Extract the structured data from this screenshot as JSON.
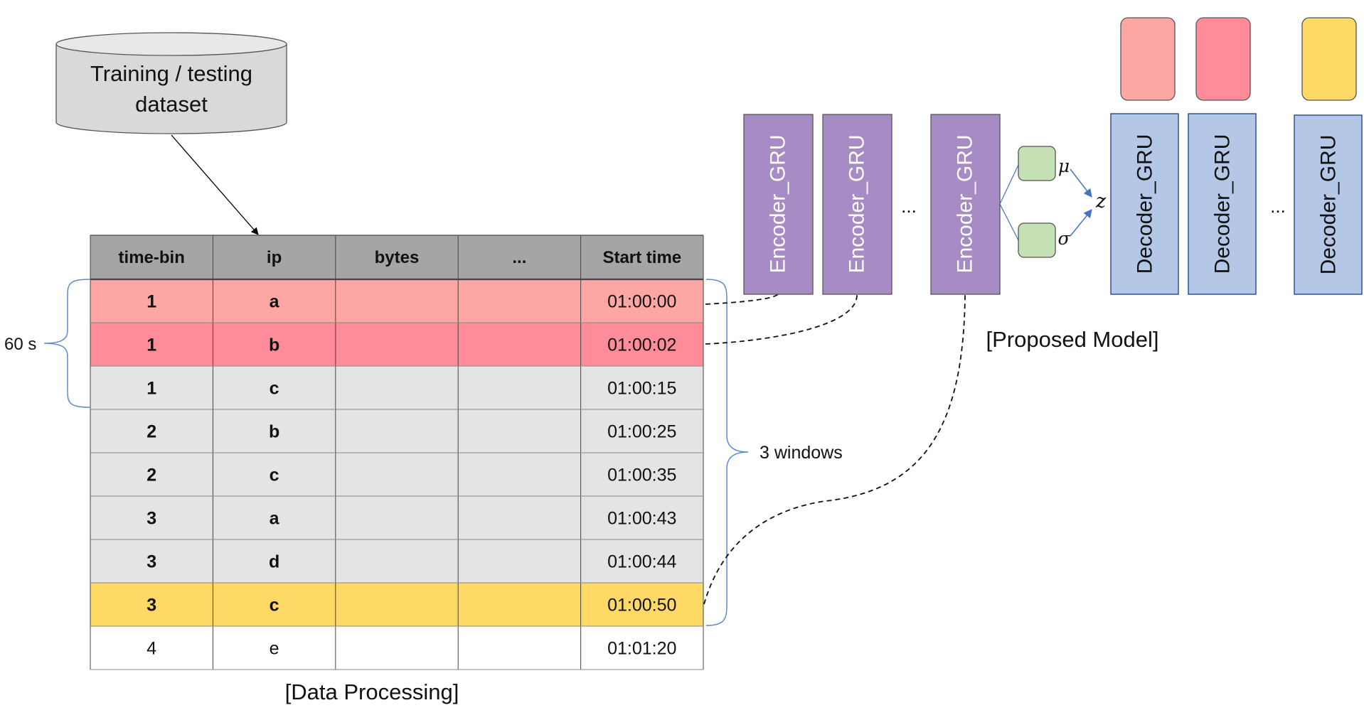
{
  "database": {
    "line1": "Training / testing",
    "line2": "dataset"
  },
  "table": {
    "headers": [
      "time-bin",
      "ip",
      "bytes",
      "...",
      "Start time"
    ],
    "rows": [
      {
        "bin": "1",
        "ip": "a",
        "bytes": "",
        "more": "",
        "start": "01:00:00",
        "fill": "#fca7a3",
        "bold": true
      },
      {
        "bin": "1",
        "ip": "b",
        "bytes": "",
        "more": "",
        "start": "01:00:02",
        "fill": "#ff8c98",
        "bold": true
      },
      {
        "bin": "1",
        "ip": "c",
        "bytes": "",
        "more": "",
        "start": "01:00:15",
        "fill": "#e4e4e4",
        "bold": true
      },
      {
        "bin": "2",
        "ip": "b",
        "bytes": "",
        "more": "",
        "start": "01:00:25",
        "fill": "#e4e4e4",
        "bold": true
      },
      {
        "bin": "2",
        "ip": "c",
        "bytes": "",
        "more": "",
        "start": "01:00:35",
        "fill": "#e4e4e4",
        "bold": true
      },
      {
        "bin": "3",
        "ip": "a",
        "bytes": "",
        "more": "",
        "start": "01:00:43",
        "fill": "#e4e4e4",
        "bold": true
      },
      {
        "bin": "3",
        "ip": "d",
        "bytes": "",
        "more": "",
        "start": "01:00:44",
        "fill": "#e4e4e4",
        "bold": true
      },
      {
        "bin": "3",
        "ip": "c",
        "bytes": "",
        "more": "",
        "start": "01:00:50",
        "fill": "#fed966",
        "bold": true
      },
      {
        "bin": "4",
        "ip": "e",
        "bytes": "",
        "more": "",
        "start": "01:01:20",
        "fill": "#ffffff",
        "bold": false
      }
    ]
  },
  "brace_labels": {
    "bin_span": "60 s",
    "window_count": "3 windows"
  },
  "captions": {
    "data_processing": "[Data Processing]",
    "model": "[Proposed Model]"
  },
  "encoders": [
    "Encoder_GRU",
    "Encoder_GRU",
    "Encoder_GRU"
  ],
  "decoders": [
    "Decoder_GRU",
    "Decoder_GRU",
    "Decoder_GRU"
  ],
  "ellipsis": "...",
  "latent": {
    "mu": "μ",
    "sigma": "σ",
    "z": "z"
  },
  "output_colors": [
    "#fca7a3",
    "#ff8c98",
    "#fed966"
  ],
  "colors": {
    "encoder": "#a68bc5",
    "decoder": "#b4c7e7",
    "latent": "#c5e0b4",
    "header": "#a5a5a5",
    "brace": "#5b8bd0",
    "arrow": "#4472c4"
  }
}
